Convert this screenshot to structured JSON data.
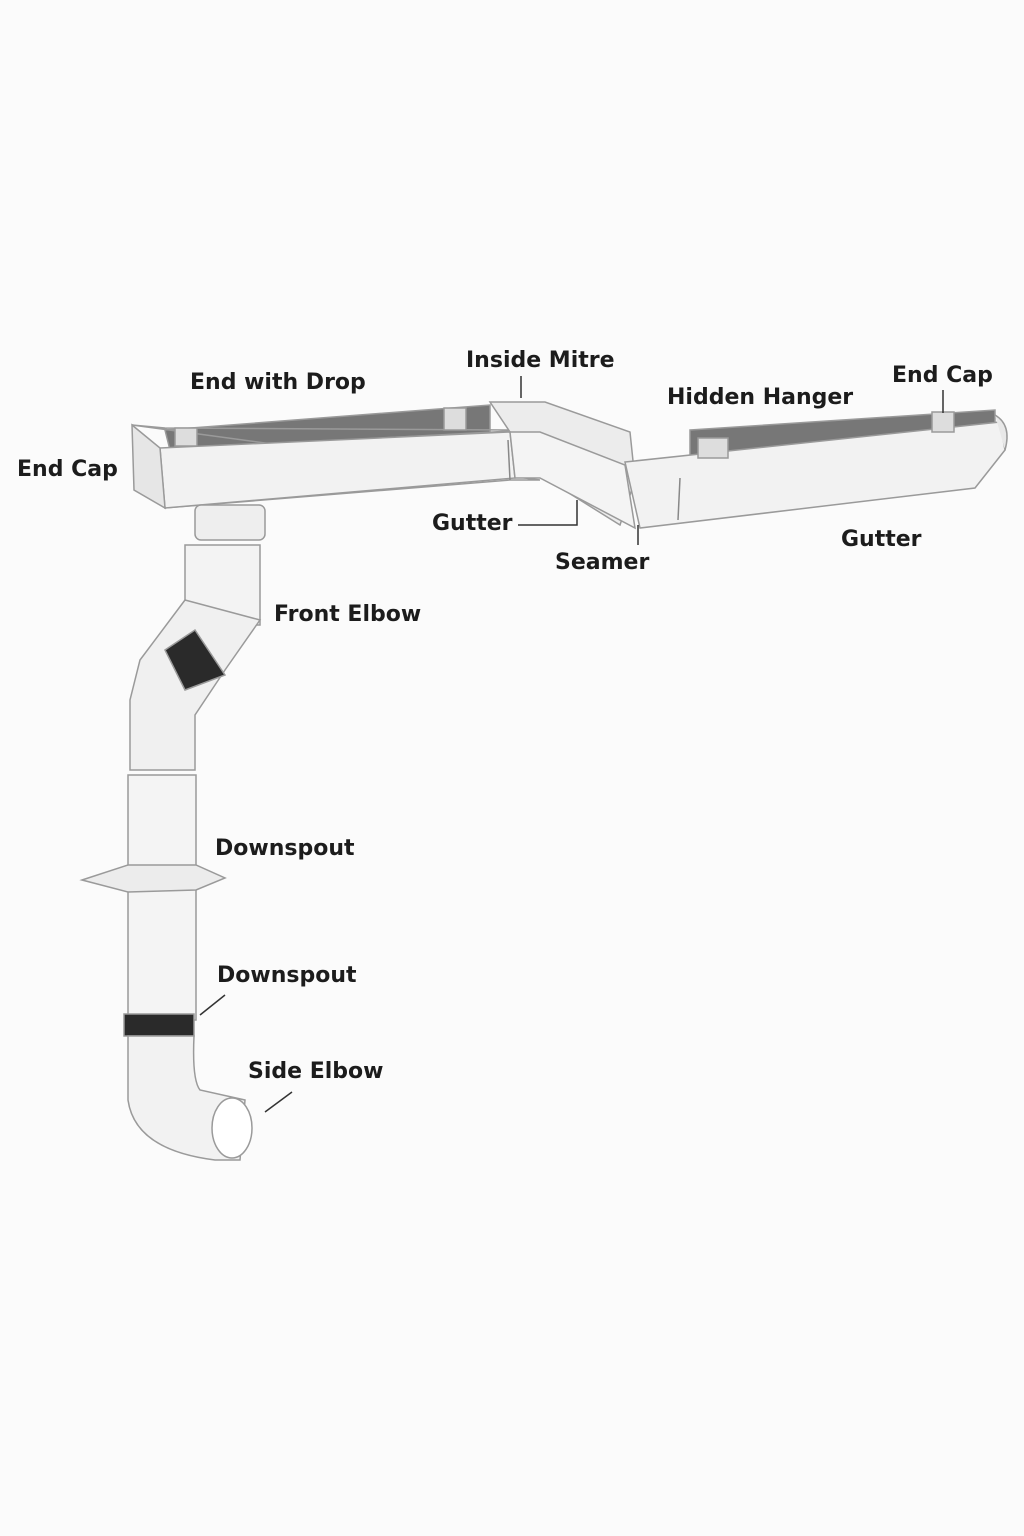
{
  "labels": {
    "end_with_drop": "End with Drop",
    "inside_mitre": "Inside Mitre",
    "end_cap_right": "End Cap",
    "hidden_hanger": "Hidden Hanger",
    "end_cap_left": "End Cap",
    "gutter_left": "Gutter",
    "seamer": "Seamer",
    "gutter_right": "Gutter",
    "front_elbow": "Front Elbow",
    "downspout_upper": "Downspout",
    "downspout_lower": "Downspout",
    "side_elbow": "Side Elbow"
  },
  "colors": {
    "gutter": "#f2f2f2",
    "back_wall": "#777777",
    "band": "#2a2a2a",
    "text": "#1c1c1c"
  }
}
